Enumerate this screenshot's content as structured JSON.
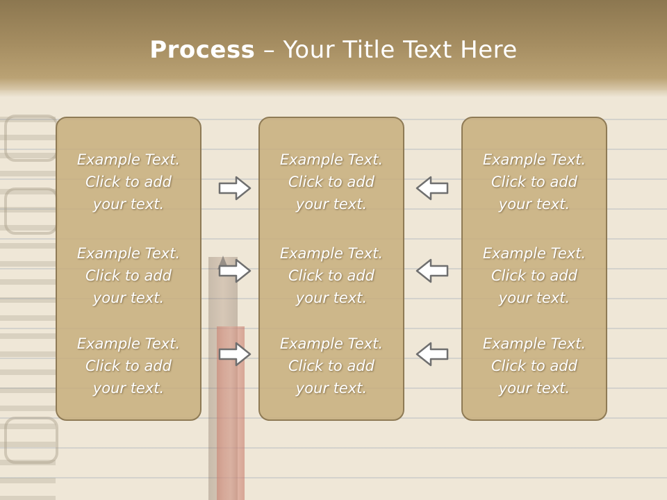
{
  "slide": {
    "title_bold": "Process",
    "title_rest": " – Your Title Text Here"
  },
  "panels": [
    {
      "cells": [
        {
          "line1": "Example Text.",
          "line2": "Click  to add",
          "line3": "your text."
        },
        {
          "line1": "Example Text.",
          "line2": "Click  to add",
          "line3": "your text."
        },
        {
          "line1": "Example Text.",
          "line2": "Click  to add",
          "line3": "your text."
        }
      ]
    },
    {
      "cells": [
        {
          "line1": "Example Text.",
          "line2": "Click  to add",
          "line3": "your text."
        },
        {
          "line1": "Example Text.",
          "line2": "Click  to add",
          "line3": "your text."
        },
        {
          "line1": "Example Text.",
          "line2": "Click  to add",
          "line3": "your text."
        }
      ]
    },
    {
      "cells": [
        {
          "line1": "Example Text.",
          "line2": "Click  to add",
          "line3": "your text."
        },
        {
          "line1": "Example Text.",
          "line2": "Click  to add",
          "line3": "your text."
        },
        {
          "line1": "Example Text.",
          "line2": "Click  to add",
          "line3": "your text."
        }
      ]
    }
  ],
  "icons": {
    "left_arrows": "arrow-right-icon",
    "right_arrows": "arrow-left-icon"
  },
  "colors": {
    "header": "#a58d61",
    "panel_fill": "#c7ae7d",
    "panel_border": "#8e7a55",
    "text": "#ffffff",
    "arrow_fill": "#ffffff",
    "arrow_stroke": "#6f6f6f"
  }
}
